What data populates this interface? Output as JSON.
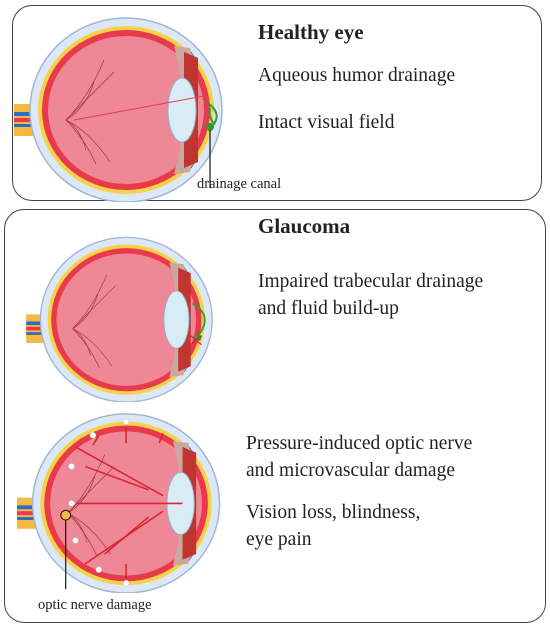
{
  "healthy": {
    "title": "Healthy eye",
    "line1": "Aqueous humor drainage",
    "line2": "Intact visual field",
    "callout": "drainage canal"
  },
  "glaucoma": {
    "title": "Glaucoma",
    "impaired_line1": "Impaired trabecular drainage",
    "impaired_line2": "and fluid build-up",
    "damage_line1": "Pressure-induced optic nerve",
    "damage_line2": "and microvascular damage",
    "loss_line1": "Vision loss, blindness,",
    "loss_line2": "eye pain",
    "callout": "optic nerve damage"
  },
  "colors": {
    "vitreous": "#ee8796",
    "retina": "#e83a4a",
    "choroid": "#f6d14c",
    "sclera": "#dce8f6",
    "cornea": "#2d6cc4",
    "drainage_arrow": "#2f9a3a",
    "pressure_arrow": "#d9262f"
  }
}
